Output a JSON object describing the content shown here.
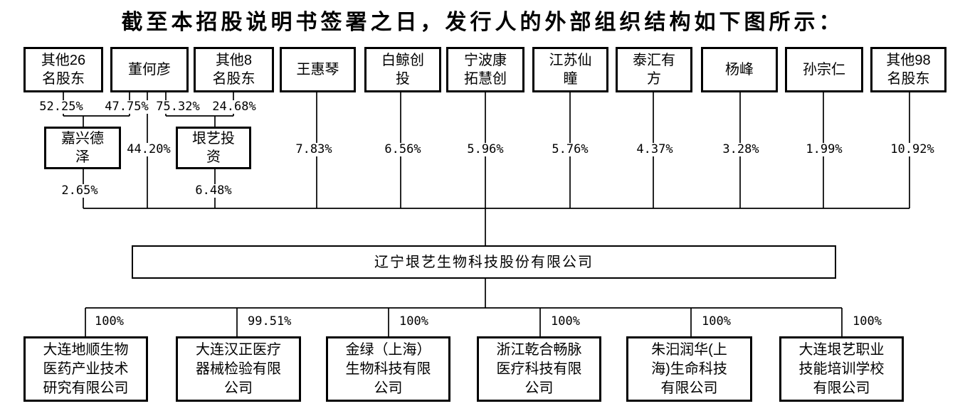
{
  "title": "截至本招股说明书签署之日，发行人的外部组织结构如下图所示：",
  "shareholders": [
    {
      "label": "其他26\n名股东"
    },
    {
      "label": "董何彦"
    },
    {
      "label": "其他8\n名股东"
    },
    {
      "label": "王惠琴"
    },
    {
      "label": "白鲸创\n投"
    },
    {
      "label": "宁波康\n拓慧创"
    },
    {
      "label": "江苏仙\n瞳"
    },
    {
      "label": "泰汇有\n方"
    },
    {
      "label": "杨峰"
    },
    {
      "label": "孙宗仁"
    },
    {
      "label": "其他98\n名股东"
    }
  ],
  "equity_links": {
    "other26_to_jiaxing": "52.25%",
    "dong_to_jiaxing": "47.75%",
    "dong_to_yinyi": "75.32%",
    "other8_to_yinyi": "24.68%"
  },
  "holding_companies": [
    {
      "label": "嘉兴德\n泽"
    },
    {
      "label": "垠艺投\n资"
    }
  ],
  "stakes_in_issuer": {
    "jiaxing_deze": "2.65%",
    "dong_heyan": "44.20%",
    "yinyi_touzi": "6.48%",
    "wang_huiqin": "7.83%",
    "baijing_chuangtou": "6.56%",
    "ningbo_kangtuo": "5.96%",
    "jiangsu_xiantong": "5.76%",
    "taihui_youfang": "4.37%",
    "yang_feng": "3.28%",
    "sun_zongren": "1.99%",
    "other98": "10.92%"
  },
  "issuer": {
    "name": "辽宁垠艺生物科技股份有限公司"
  },
  "subsidiaries": [
    {
      "label": "大连地顺生物\n医药产业技术\n研究有限公司",
      "stake": "100%"
    },
    {
      "label": "大连汉正医疗\n器械检验有限\n公司",
      "stake": "99.51%"
    },
    {
      "label": "金绿（上海）\n生物科技有限\n公司",
      "stake": "100%"
    },
    {
      "label": "浙江乾合畅脉\n医疗科技有限\n公司",
      "stake": "100%"
    },
    {
      "label": "朱汩润华(上\n海)生命科技\n有限公司",
      "stake": "100%"
    },
    {
      "label": "大连垠艺职业\n技能培训学校\n有限公司",
      "stake": "100%"
    }
  ],
  "colors": {
    "line": "#000000",
    "border": "#000000",
    "background": "#ffffff"
  }
}
